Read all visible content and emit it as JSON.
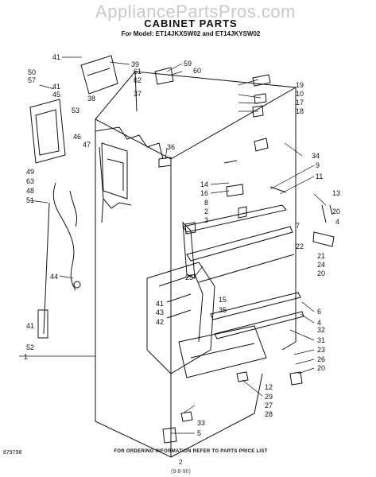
{
  "watermark": "AppliancePartsPros.com",
  "title": "CABINET PARTS",
  "models": "For Model: ET14JKXSW02 and ET14JKYSW02",
  "footer": "FOR ORDERING INFORMATION REFER TO PARTS PRICE LIST",
  "doc_number": "879798",
  "page_number": "2",
  "code": "(9-8-90)",
  "callouts": [
    {
      "id": "c41a",
      "label": "41"
    },
    {
      "id": "c39",
      "label": "39"
    },
    {
      "id": "c59",
      "label": "59"
    },
    {
      "id": "c60",
      "label": "60"
    },
    {
      "id": "c61",
      "label": "61"
    },
    {
      "id": "c62",
      "label": "62"
    },
    {
      "id": "c50",
      "label": "50"
    },
    {
      "id": "c57",
      "label": "57"
    },
    {
      "id": "c41b",
      "label": "41"
    },
    {
      "id": "c45",
      "label": "45"
    },
    {
      "id": "c38",
      "label": "38"
    },
    {
      "id": "c37",
      "label": "37"
    },
    {
      "id": "c53",
      "label": "53"
    },
    {
      "id": "c19",
      "label": "19"
    },
    {
      "id": "c10",
      "label": "10"
    },
    {
      "id": "c17",
      "label": "17"
    },
    {
      "id": "c18",
      "label": "18"
    },
    {
      "id": "c36",
      "label": "36"
    },
    {
      "id": "c46",
      "label": "46"
    },
    {
      "id": "c47",
      "label": "47"
    },
    {
      "id": "c34",
      "label": "34"
    },
    {
      "id": "c9",
      "label": "9"
    },
    {
      "id": "c11",
      "label": "11"
    },
    {
      "id": "c49",
      "label": "49"
    },
    {
      "id": "c63",
      "label": "63"
    },
    {
      "id": "c48",
      "label": "48"
    },
    {
      "id": "c51",
      "label": "51"
    },
    {
      "id": "c14",
      "label": "14"
    },
    {
      "id": "c16",
      "label": "16"
    },
    {
      "id": "c8",
      "label": "8"
    },
    {
      "id": "c2",
      "label": "2"
    },
    {
      "id": "c3",
      "label": "3"
    },
    {
      "id": "c13",
      "label": "13"
    },
    {
      "id": "c20a",
      "label": "20"
    },
    {
      "id": "c4",
      "label": "4"
    },
    {
      "id": "c7",
      "label": "7"
    },
    {
      "id": "c22",
      "label": "22"
    },
    {
      "id": "c21",
      "label": "21"
    },
    {
      "id": "c24",
      "label": "24"
    },
    {
      "id": "c20b",
      "label": "20"
    },
    {
      "id": "c44",
      "label": "44"
    },
    {
      "id": "c25",
      "label": "25"
    },
    {
      "id": "c15",
      "label": "15"
    },
    {
      "id": "c35",
      "label": "35"
    },
    {
      "id": "c41c",
      "label": "41"
    },
    {
      "id": "c43",
      "label": "43"
    },
    {
      "id": "c42",
      "label": "42"
    },
    {
      "id": "c6",
      "label": "6"
    },
    {
      "id": "c4b",
      "label": "4"
    },
    {
      "id": "c32",
      "label": "32"
    },
    {
      "id": "c31",
      "label": "31"
    },
    {
      "id": "c23",
      "label": "23"
    },
    {
      "id": "c26",
      "label": "26"
    },
    {
      "id": "c20c",
      "label": "20"
    },
    {
      "id": "c41d",
      "label": "41"
    },
    {
      "id": "c52",
      "label": "52"
    },
    {
      "id": "c1",
      "label": "1"
    },
    {
      "id": "c12",
      "label": "12"
    },
    {
      "id": "c29",
      "label": "29"
    },
    {
      "id": "c27",
      "label": "27"
    },
    {
      "id": "c28",
      "label": "28"
    },
    {
      "id": "c33",
      "label": "33"
    },
    {
      "id": "c5",
      "label": "5"
    }
  ]
}
